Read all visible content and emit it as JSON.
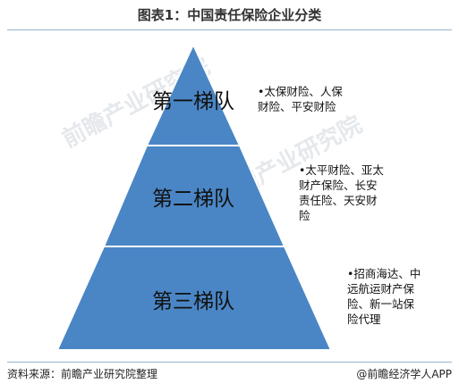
{
  "title": "图表1：中国责任保险企业分类",
  "tiers": [
    {
      "label": "第一梯队",
      "desc_lines": [
        "•太保财险、人保",
        "财险、平安财险"
      ]
    },
    {
      "label": "第二梯队",
      "desc_lines": [
        "•太平财险、亚太",
        "财产保险、长安",
        "责任险、天安财",
        "险"
      ]
    },
    {
      "label": "第三梯队",
      "desc_lines": [
        "•招商海达、中",
        "远航运财产保",
        "险、新一站保",
        "险代理"
      ]
    }
  ],
  "watermark": "前瞻产业研究院",
  "source": "资料来源：前瞻产业研究院整理",
  "credit": "@前瞻经济学人APP",
  "colors": {
    "tier_fill": "#4a86c5",
    "tier_stroke": "#ffffff",
    "rule": "#9ab4cc"
  }
}
